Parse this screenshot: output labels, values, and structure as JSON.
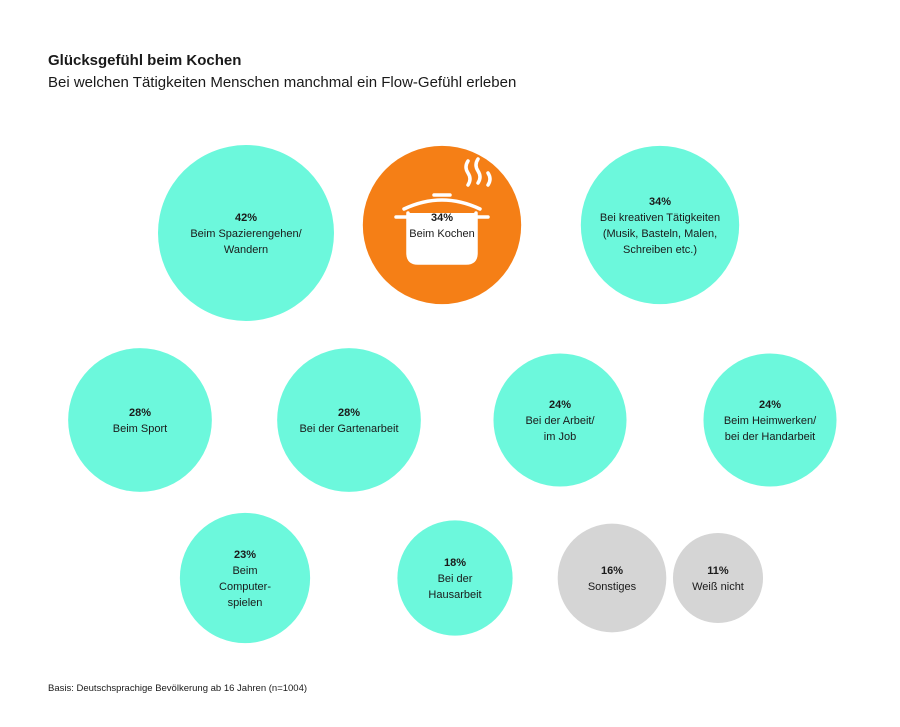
{
  "header": {
    "title": "Glücksgefühl beim Kochen",
    "subtitle": "Bei welchen Tätigkeiten Menschen manchmal ein Flow-Gefühl erleben"
  },
  "footer": {
    "note": "Basis: Deutschsprachige Bevölkerung ab 16 Jahren (n=1004)"
  },
  "colors": {
    "turquoise": "#6cf8dc",
    "highlight": "#f57f16",
    "neutral": "#d5d5d5"
  },
  "chart_data": {
    "type": "bubble",
    "unit": "%",
    "items": [
      {
        "value": 42,
        "label": "42%",
        "lines": [
          "Beim Spazierengehen/",
          "Wandern"
        ],
        "color": "turquoise"
      },
      {
        "value": 34,
        "label": "34%",
        "lines": [
          "Beim Kochen"
        ],
        "color": "highlight",
        "icon": "cooking-pot-icon"
      },
      {
        "value": 34,
        "label": "34%",
        "lines": [
          "Bei kreativen Tätigkeiten",
          "(Musik, Basteln, Malen,",
          "Schreiben etc.)"
        ],
        "color": "turquoise"
      },
      {
        "value": 28,
        "label": "28%",
        "lines": [
          "Beim Sport"
        ],
        "color": "turquoise"
      },
      {
        "value": 28,
        "label": "28%",
        "lines": [
          "Bei der Gartenarbeit"
        ],
        "color": "turquoise"
      },
      {
        "value": 24,
        "label": "24%",
        "lines": [
          "Bei der Arbeit/",
          "im Job"
        ],
        "color": "turquoise"
      },
      {
        "value": 24,
        "label": "24%",
        "lines": [
          "Beim Heimwerken/",
          "bei der Handarbeit"
        ],
        "color": "turquoise"
      },
      {
        "value": 23,
        "label": "23%",
        "lines": [
          "Beim",
          "Computer-",
          "spielen"
        ],
        "color": "turquoise"
      },
      {
        "value": 18,
        "label": "18%",
        "lines": [
          "Bei der",
          "Hausarbeit"
        ],
        "color": "turquoise"
      },
      {
        "value": 16,
        "label": "16%",
        "lines": [
          "Sonstiges"
        ],
        "color": "neutral"
      },
      {
        "value": 11,
        "label": "11%",
        "lines": [
          "Weiß nicht"
        ],
        "color": "neutral"
      }
    ]
  }
}
